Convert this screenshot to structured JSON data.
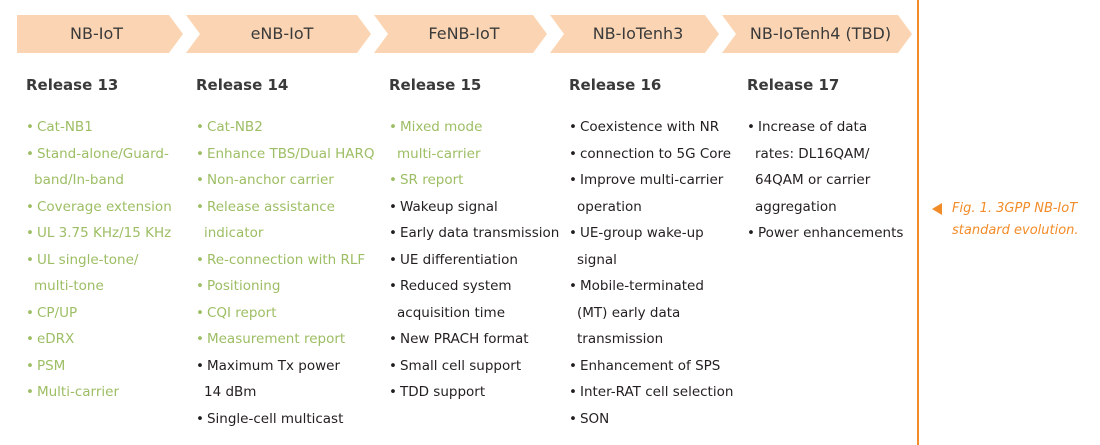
{
  "stages": [
    {
      "label": "NB-IoT"
    },
    {
      "label": "eNB-IoT"
    },
    {
      "label": "FeNB-IoT"
    },
    {
      "label": "NB-IoTenh3"
    },
    {
      "label": "NB-IoTenh4 (TBD)"
    }
  ],
  "columns": [
    {
      "release": "Release 13",
      "lines": [
        {
          "text": "Cat-NB1",
          "bullet": true,
          "color": "green"
        },
        {
          "text": "Stand-alone/Guard-",
          "bullet": true,
          "color": "green"
        },
        {
          "text": "band/In-band",
          "bullet": false,
          "color": "green"
        },
        {
          "text": "Coverage extension",
          "bullet": true,
          "color": "green"
        },
        {
          "text": "UL 3.75 KHz/15 KHz",
          "bullet": true,
          "color": "green"
        },
        {
          "text": "UL single-tone/",
          "bullet": true,
          "color": "green"
        },
        {
          "text": "multi-tone",
          "bullet": false,
          "color": "green"
        },
        {
          "text": "CP/UP",
          "bullet": true,
          "color": "green"
        },
        {
          "text": "eDRX",
          "bullet": true,
          "color": "green"
        },
        {
          "text": "PSM",
          "bullet": true,
          "color": "green"
        },
        {
          "text": "Multi-carrier",
          "bullet": true,
          "color": "green"
        }
      ]
    },
    {
      "release": "Release 14",
      "lines": [
        {
          "text": "Cat-NB2",
          "bullet": true,
          "color": "green"
        },
        {
          "text": "Enhance TBS/Dual HARQ",
          "bullet": true,
          "color": "green"
        },
        {
          "text": "Non-anchor carrier",
          "bullet": true,
          "color": "green"
        },
        {
          "text": "Release assistance",
          "bullet": true,
          "color": "green"
        },
        {
          "text": "indicator",
          "bullet": false,
          "color": "green"
        },
        {
          "text": "Re-connection with RLF",
          "bullet": true,
          "color": "green"
        },
        {
          "text": "Positioning",
          "bullet": true,
          "color": "green"
        },
        {
          "text": "CQI  report",
          "bullet": true,
          "color": "green"
        },
        {
          "text": "Measurement report",
          "bullet": true,
          "color": "green"
        },
        {
          "text": "Maximum Tx power",
          "bullet": true,
          "color": "dark"
        },
        {
          "text": "14 dBm",
          "bullet": false,
          "color": "dark"
        },
        {
          "text": "Single-cell multicast",
          "bullet": true,
          "color": "dark"
        }
      ]
    },
    {
      "release": "Release 15",
      "lines": [
        {
          "text": "Mixed mode",
          "bullet": true,
          "color": "green"
        },
        {
          "text": "multi-carrier",
          "bullet": false,
          "color": "green"
        },
        {
          "text": "SR report",
          "bullet": true,
          "color": "green"
        },
        {
          "text": "Wakeup signal",
          "bullet": true,
          "color": "dark"
        },
        {
          "text": "Early data transmission",
          "bullet": true,
          "color": "dark"
        },
        {
          "text": "UE differentiation",
          "bullet": true,
          "color": "dark"
        },
        {
          "text": "Reduced system",
          "bullet": true,
          "color": "dark"
        },
        {
          "text": "acquisition time",
          "bullet": false,
          "color": "dark"
        },
        {
          "text": "New PRACH format",
          "bullet": true,
          "color": "dark"
        },
        {
          "text": "Small cell support",
          "bullet": true,
          "color": "dark"
        },
        {
          "text": "TDD support",
          "bullet": true,
          "color": "dark"
        }
      ]
    },
    {
      "release": "Release 16",
      "lines": [
        {
          "text": "Coexistence with NR",
          "bullet": true,
          "color": "dark"
        },
        {
          "text": "connection to 5G Core",
          "bullet": true,
          "color": "dark"
        },
        {
          "text": "Improve multi-carrier",
          "bullet": true,
          "color": "dark"
        },
        {
          "text": "operation",
          "bullet": false,
          "color": "dark"
        },
        {
          "text": "UE-group wake-up",
          "bullet": true,
          "color": "dark"
        },
        {
          "text": "signal",
          "bullet": false,
          "color": "dark"
        },
        {
          "text": "Mobile-terminated",
          "bullet": true,
          "color": "dark"
        },
        {
          "text": "(MT)  early data",
          "bullet": false,
          "color": "dark"
        },
        {
          "text": "transmission",
          "bullet": false,
          "color": "dark"
        },
        {
          "text": "Enhancement of SPS",
          "bullet": true,
          "color": "dark"
        },
        {
          "text": "Inter-RAT cell selection",
          "bullet": true,
          "color": "dark"
        },
        {
          "text": "SON",
          "bullet": true,
          "color": "dark"
        }
      ]
    },
    {
      "release": "Release 17",
      "lines": [
        {
          "text": "Increase of data",
          "bullet": true,
          "color": "dark"
        },
        {
          "text": "rates: DL16QAM/",
          "bullet": false,
          "color": "dark"
        },
        {
          "text": "64QAM or carrier",
          "bullet": false,
          "color": "dark"
        },
        {
          "text": "aggregation",
          "bullet": false,
          "color": "dark"
        },
        {
          "text": "Power enhancements",
          "bullet": true,
          "color": "dark"
        }
      ]
    }
  ],
  "caption": {
    "line1": "Fig. 1. 3GPP NB-IoT",
    "line2": "standard evolution."
  },
  "colors": {
    "chevron": "#fbd5b3",
    "green": "#9dbe64",
    "accent": "#f28c28",
    "text": "#231f20"
  }
}
